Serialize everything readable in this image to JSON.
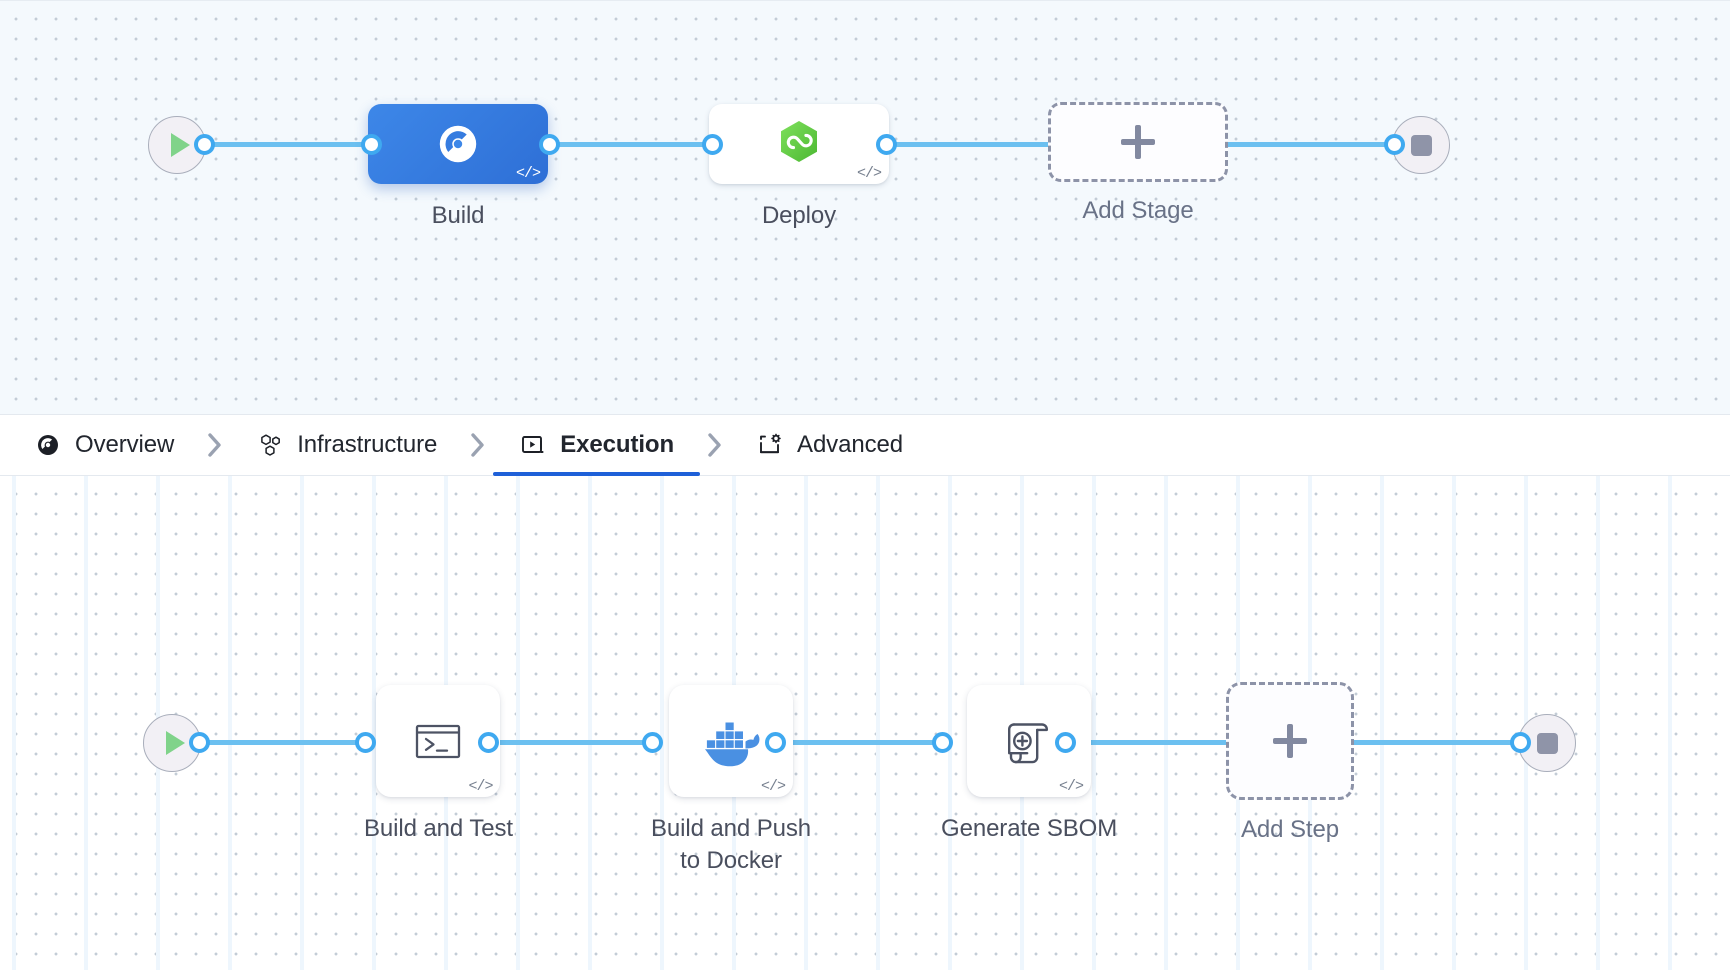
{
  "colors": {
    "accent_blue": "#1e60d8",
    "edge_blue": "#6cc0f0",
    "port_blue": "#3fa9f0",
    "stage_selected_gradient_from": "#3d87e8",
    "stage_selected_gradient_to": "#2e6fd6",
    "docker_blue": "#4a90e2",
    "deploy_green": "#6bd44a",
    "play_green": "#80d38a",
    "stop_gray": "#8f94a8",
    "dashed_border": "#8d93a8",
    "label_text": "#4a4f5e",
    "tab_text": "#22262e",
    "canvas_stages_bg": "#f4f9fd",
    "canvas_steps_bg": "#ffffff"
  },
  "stage_canvas": {
    "name": "pipeline-stage-canvas",
    "start_node": {
      "icon": "play-icon",
      "label": ""
    },
    "end_node": {
      "icon": "stop-icon",
      "label": ""
    },
    "nodes": [
      {
        "id": "build",
        "label": "Build",
        "icon": "build-circle-icon",
        "selected": true,
        "has_code_badge": true
      },
      {
        "id": "deploy",
        "label": "Deploy",
        "icon": "deploy-hexagon-infinity-icon",
        "selected": false,
        "has_code_badge": true
      },
      {
        "id": "add-stage",
        "label": "Add Stage",
        "icon": "plus-icon",
        "selected": false,
        "has_code_badge": false,
        "is_add": true
      }
    ]
  },
  "tabbar": {
    "name": "stage-config-tabs",
    "separator_icon": "chevron-right-icon",
    "tabs": [
      {
        "id": "overview",
        "label": "Overview",
        "icon": "overview-pie-icon",
        "active": false
      },
      {
        "id": "infrastructure",
        "label": "Infrastructure",
        "icon": "hexagon-cluster-icon",
        "active": false
      },
      {
        "id": "execution",
        "label": "Execution",
        "icon": "execution-play-box-icon",
        "active": true
      },
      {
        "id": "advanced",
        "label": "Advanced",
        "icon": "advanced-gear-box-icon",
        "active": false
      }
    ]
  },
  "step_canvas": {
    "name": "execution-step-canvas",
    "start_node": {
      "icon": "play-icon",
      "label": ""
    },
    "end_node": {
      "icon": "stop-icon",
      "label": ""
    },
    "nodes": [
      {
        "id": "build-and-test",
        "label": "Build and Test",
        "icon": "terminal-icon",
        "has_code_badge": true
      },
      {
        "id": "build-push-docker",
        "label": "Build and Push\nto Docker",
        "icon": "docker-whale-icon",
        "has_code_badge": true
      },
      {
        "id": "generate-sbom",
        "label": "Generate SBOM",
        "icon": "sbom-scroll-icon",
        "has_code_badge": true
      },
      {
        "id": "add-step",
        "label": "Add Step",
        "icon": "plus-icon",
        "has_code_badge": false,
        "is_add": true
      }
    ]
  }
}
